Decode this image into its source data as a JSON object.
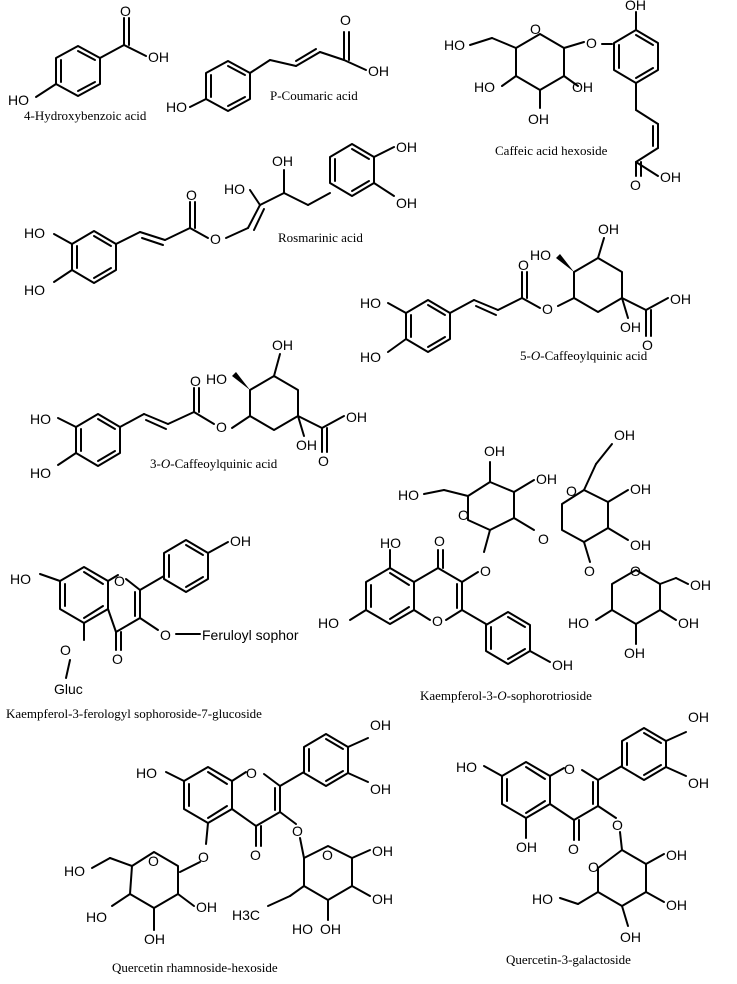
{
  "captions": {
    "hydroxybenzoic": "4-Hydroxybenzoic acid",
    "coumaric": "P-Coumaric acid",
    "caffeic_hex": "Caffeic acid hexoside",
    "rosmarinic": "Rosmarinic acid",
    "cq5_pre": "5-",
    "cq5_o": "O",
    "cq5_post": "-Caffeoylquinic acid",
    "cq3_pre": "3-",
    "cq3_o": "O",
    "cq3_post": "-Caffeoylquinic acid",
    "kaemp_fer": "Kaempferol-3-ferologyl sophoroside-7-glucoside",
    "kaemp_soph_pre": "Kaempferol-3-",
    "kaemp_soph_o": "O",
    "kaemp_soph_post": "-sophorotrioside",
    "quer_rham": "Quercetin rhamnoside-hexoside",
    "quer_gal": "Quercetin-3-galactoside"
  },
  "atoms": {
    "oh": "OH",
    "ho": "HO",
    "o": "O",
    "ch3": "H3C",
    "feruloyl": "Feruloyl sophor",
    "gluc": "Gluc"
  }
}
